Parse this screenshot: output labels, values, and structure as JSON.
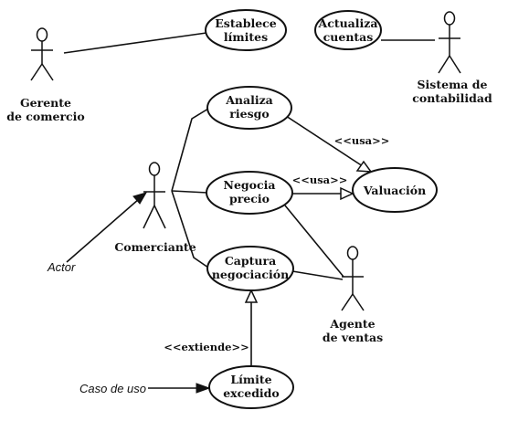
{
  "actors": {
    "gerente": [
      "Gerente",
      "de comercio"
    ],
    "sistema": [
      "Sistema de",
      "contabilidad"
    ],
    "comerciante": [
      "Comerciante"
    ],
    "agente": [
      "Agente",
      "de ventas"
    ]
  },
  "use_cases": {
    "establece": [
      "Establece",
      "límites"
    ],
    "actualiza": [
      "Actualiza",
      "cuentas"
    ],
    "analiza": [
      "Analiza",
      "riesgo"
    ],
    "negocia": [
      "Negocia",
      "precio"
    ],
    "valuacion": [
      "Valuación"
    ],
    "captura": [
      "Captura",
      "negociación"
    ],
    "limite": [
      "Límite",
      "excedido"
    ]
  },
  "stereotypes": {
    "usa_1": "<<usa>>",
    "usa_2": "<<usa>>",
    "extiende": "<<extiende>>"
  },
  "notes": {
    "actor": "Actor",
    "caso_de_uso": "Caso de uso"
  }
}
